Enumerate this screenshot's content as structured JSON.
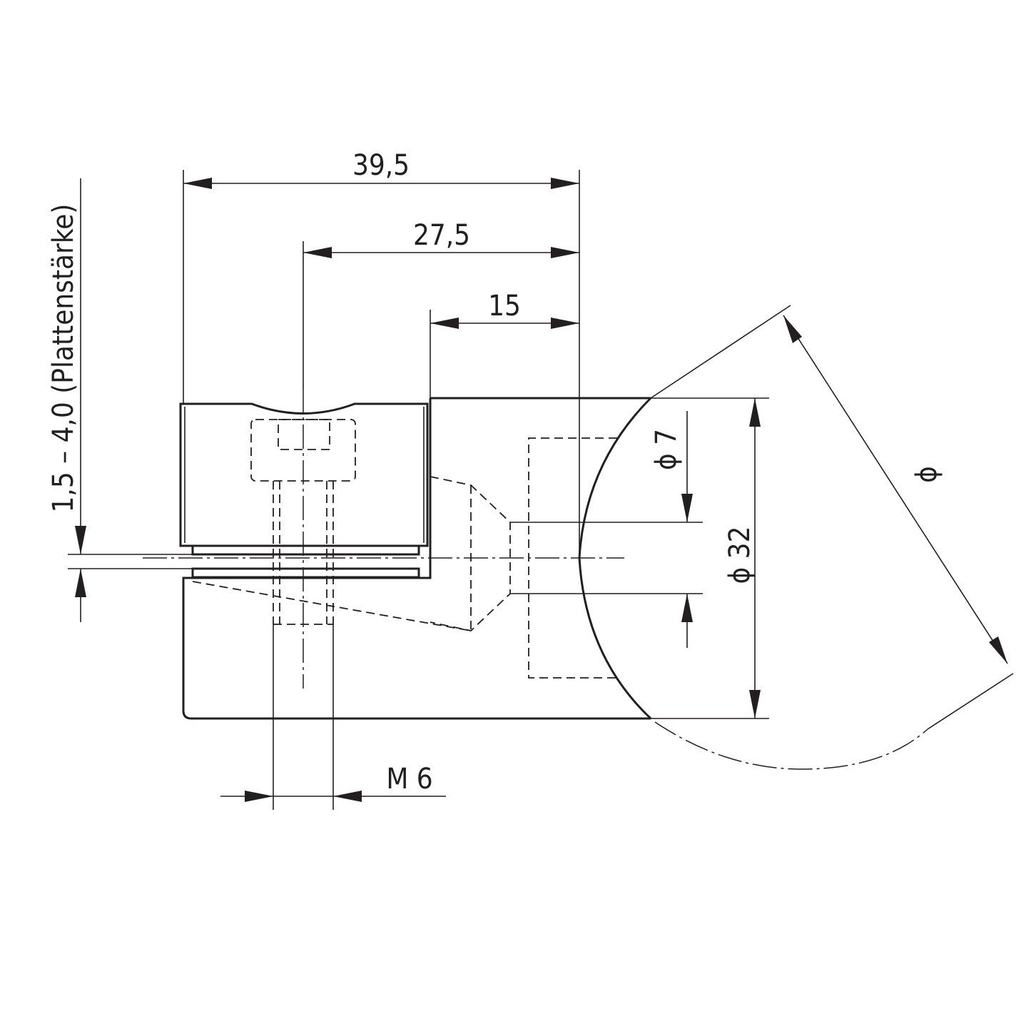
{
  "drawing": {
    "dimensions": {
      "overall_length": "39,5",
      "center_to_end": "27,5",
      "step_length": "15",
      "plate_thickness": "1,5 – 4,0 (Plattenstärke)",
      "bore_diameter": "ϕ 7",
      "body_diameter": "ϕ 32",
      "circle_diameter": "ϕ",
      "thread": "M 6"
    }
  }
}
